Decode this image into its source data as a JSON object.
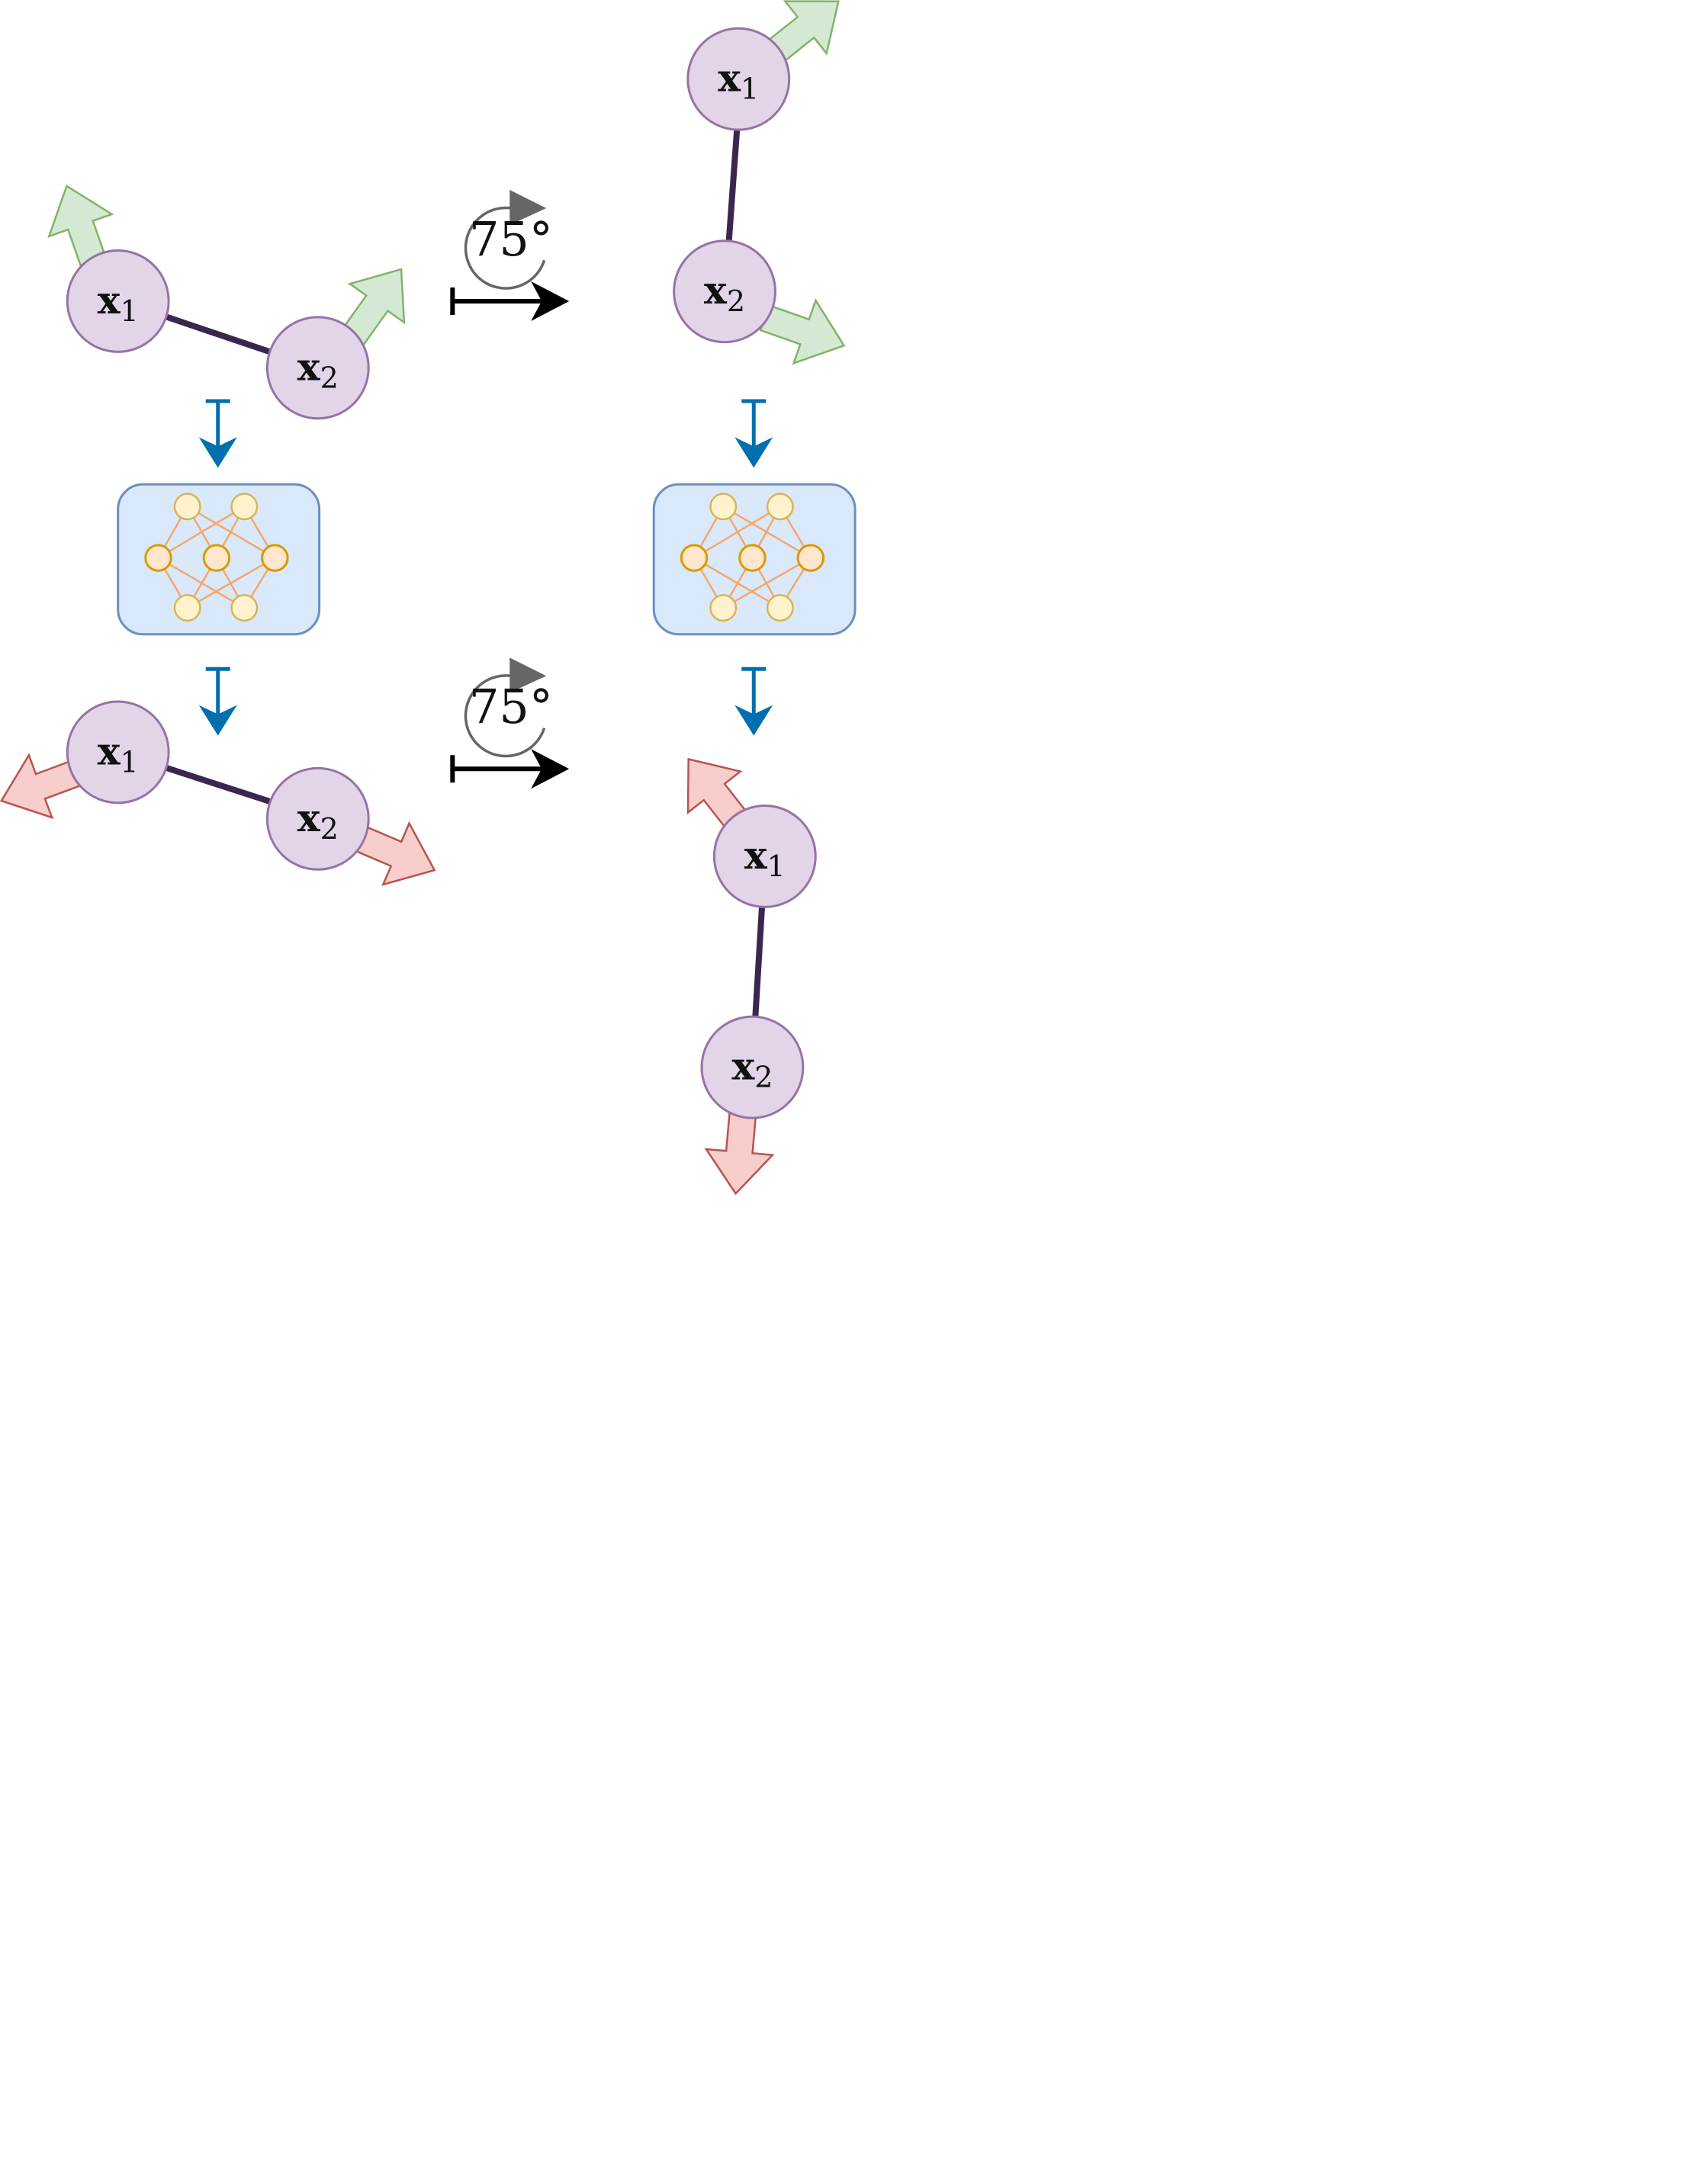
{
  "colors": {
    "node_fill": "#e1d5e7",
    "node_stroke": "#9673a6",
    "bond": "#3b2650",
    "input_arrow_fill": "#d5e8d4",
    "input_arrow_stroke": "#82b366",
    "output_arrow_fill": "#f8cecc",
    "output_arrow_stroke": "#b85450",
    "map_arrow": "#006eaf",
    "network_box_fill": "#dae8fc",
    "network_box_stroke": "#6c8ebf",
    "neuron_fill": "#fff2cc",
    "neuron_stroke": "#d6b656",
    "hidden_fill": "#ffe6cc",
    "hidden_stroke": "#d79b00",
    "edge": "#f5a86a",
    "rotation_arrow": "#666666",
    "transform_arrow": "#000000"
  },
  "nodes": {
    "x1": {
      "main": "x",
      "sub": "1"
    },
    "x2": {
      "main": "x",
      "sub": "2"
    }
  },
  "rotation": {
    "top": {
      "angle_label": "75°",
      "icon": "rotate-clockwise-icon"
    },
    "bottom": {
      "angle_label": "75°",
      "icon": "rotate-clockwise-icon"
    }
  },
  "network": {
    "icon": "neural-network-icon",
    "layers": [
      2,
      3,
      2
    ]
  }
}
